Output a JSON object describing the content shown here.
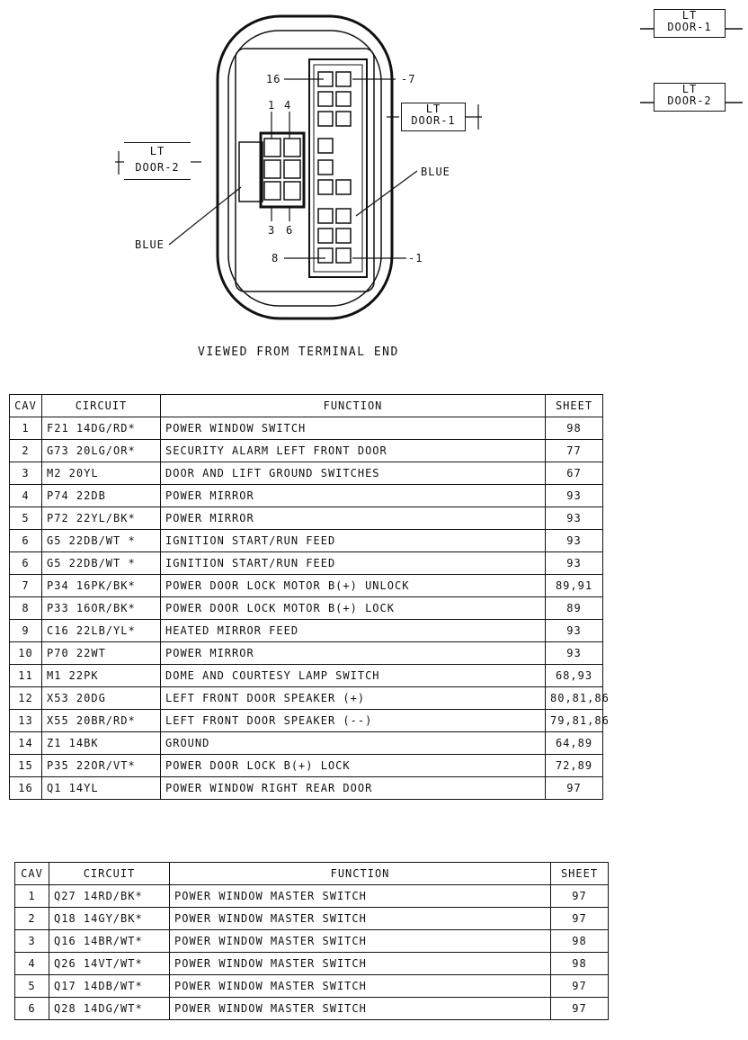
{
  "connectors": {
    "top_right_1": "LT\nDOOR-1",
    "top_right_2": "LT\nDOOR-2",
    "mid_door1": "LT\nDOOR-1",
    "left_door2": "LT\nDOOR-2"
  },
  "diagram": {
    "pin_labels": {
      "p16": "16",
      "p7": "7",
      "p1a": "1",
      "p4": "4",
      "p3": "3",
      "p6": "6",
      "p8": "8",
      "p1b": "1"
    },
    "blue_right": "BLUE",
    "blue_left": "BLUE",
    "caption": "VIEWED FROM TERMINAL END"
  },
  "table1": {
    "headers": [
      "CAV",
      "CIRCUIT",
      "FUNCTION",
      "SHEET"
    ],
    "rows": [
      {
        "cav": "1",
        "circuit": "F21 14DG/RD*",
        "function": "POWER WINDOW SWITCH",
        "sheet": "98"
      },
      {
        "cav": "2",
        "circuit": "G73 20LG/OR*",
        "function": "SECURITY ALARM LEFT FRONT DOOR",
        "sheet": "77"
      },
      {
        "cav": "3",
        "circuit": "M2 20YL",
        "function": "DOOR AND LIFT GROUND SWITCHES",
        "sheet": "67"
      },
      {
        "cav": "4",
        "circuit": "P74 22DB",
        "function": "POWER MIRROR",
        "sheet": "93"
      },
      {
        "cav": "5",
        "circuit": "P72 22YL/BK*",
        "function": "POWER MIRROR",
        "sheet": "93"
      },
      {
        "cav": "6",
        "circuit": "G5 22DB/WT *",
        "function": "IGNITION START/RUN FEED",
        "sheet": "93"
      },
      {
        "cav": "6",
        "circuit": "G5 22DB/WT *",
        "function": "IGNITION START/RUN FEED",
        "sheet": "93"
      },
      {
        "cav": "7",
        "circuit": "P34 16PK/BK*",
        "function": "POWER DOOR LOCK MOTOR B(+) UNLOCK",
        "sheet": "89,91"
      },
      {
        "cav": "8",
        "circuit": "P33 16OR/BK*",
        "function": "POWER DOOR LOCK MOTOR B(+) LOCK",
        "sheet": "89"
      },
      {
        "cav": "9",
        "circuit": "C16 22LB/YL*",
        "function": "HEATED MIRROR FEED",
        "sheet": "93"
      },
      {
        "cav": "10",
        "circuit": "P70 22WT",
        "function": "POWER MIRROR",
        "sheet": "93"
      },
      {
        "cav": "11",
        "circuit": "M1 22PK",
        "function": "DOME AND COURTESY LAMP SWITCH",
        "sheet": "68,93"
      },
      {
        "cav": "12",
        "circuit": "X53 20DG",
        "function": "LEFT FRONT DOOR SPEAKER (+)",
        "sheet": "80,81,86"
      },
      {
        "cav": "13",
        "circuit": "X55 20BR/RD*",
        "function": "LEFT FRONT DOOR SPEAKER (--)",
        "sheet": "79,81,86"
      },
      {
        "cav": "14",
        "circuit": "Z1 14BK",
        "function": "GROUND",
        "sheet": "64,89"
      },
      {
        "cav": "15",
        "circuit": "P35 22OR/VT*",
        "function": "POWER DOOR LOCK B(+) LOCK",
        "sheet": "72,89"
      },
      {
        "cav": "16",
        "circuit": "Q1 14YL",
        "function": "POWER WINDOW RIGHT REAR DOOR",
        "sheet": "97"
      }
    ]
  },
  "table2": {
    "headers": [
      "CAV",
      "CIRCUIT",
      "FUNCTION",
      "SHEET"
    ],
    "rows": [
      {
        "cav": "1",
        "circuit": "Q27 14RD/BK*",
        "function": "POWER WINDOW MASTER SWITCH",
        "sheet": "97"
      },
      {
        "cav": "2",
        "circuit": "Q18 14GY/BK*",
        "function": "POWER WINDOW MASTER SWITCH",
        "sheet": "97"
      },
      {
        "cav": "3",
        "circuit": "Q16 14BR/WT*",
        "function": "POWER WINDOW MASTER SWITCH",
        "sheet": "98"
      },
      {
        "cav": "4",
        "circuit": "Q26 14VT/WT*",
        "function": "POWER WINDOW MASTER SWITCH",
        "sheet": "98"
      },
      {
        "cav": "5",
        "circuit": "Q17 14DB/WT*",
        "function": "POWER WINDOW MASTER SWITCH",
        "sheet": "97"
      },
      {
        "cav": "6",
        "circuit": "Q28 14DG/WT*",
        "function": "POWER WINDOW MASTER SWITCH",
        "sheet": "97"
      }
    ]
  }
}
